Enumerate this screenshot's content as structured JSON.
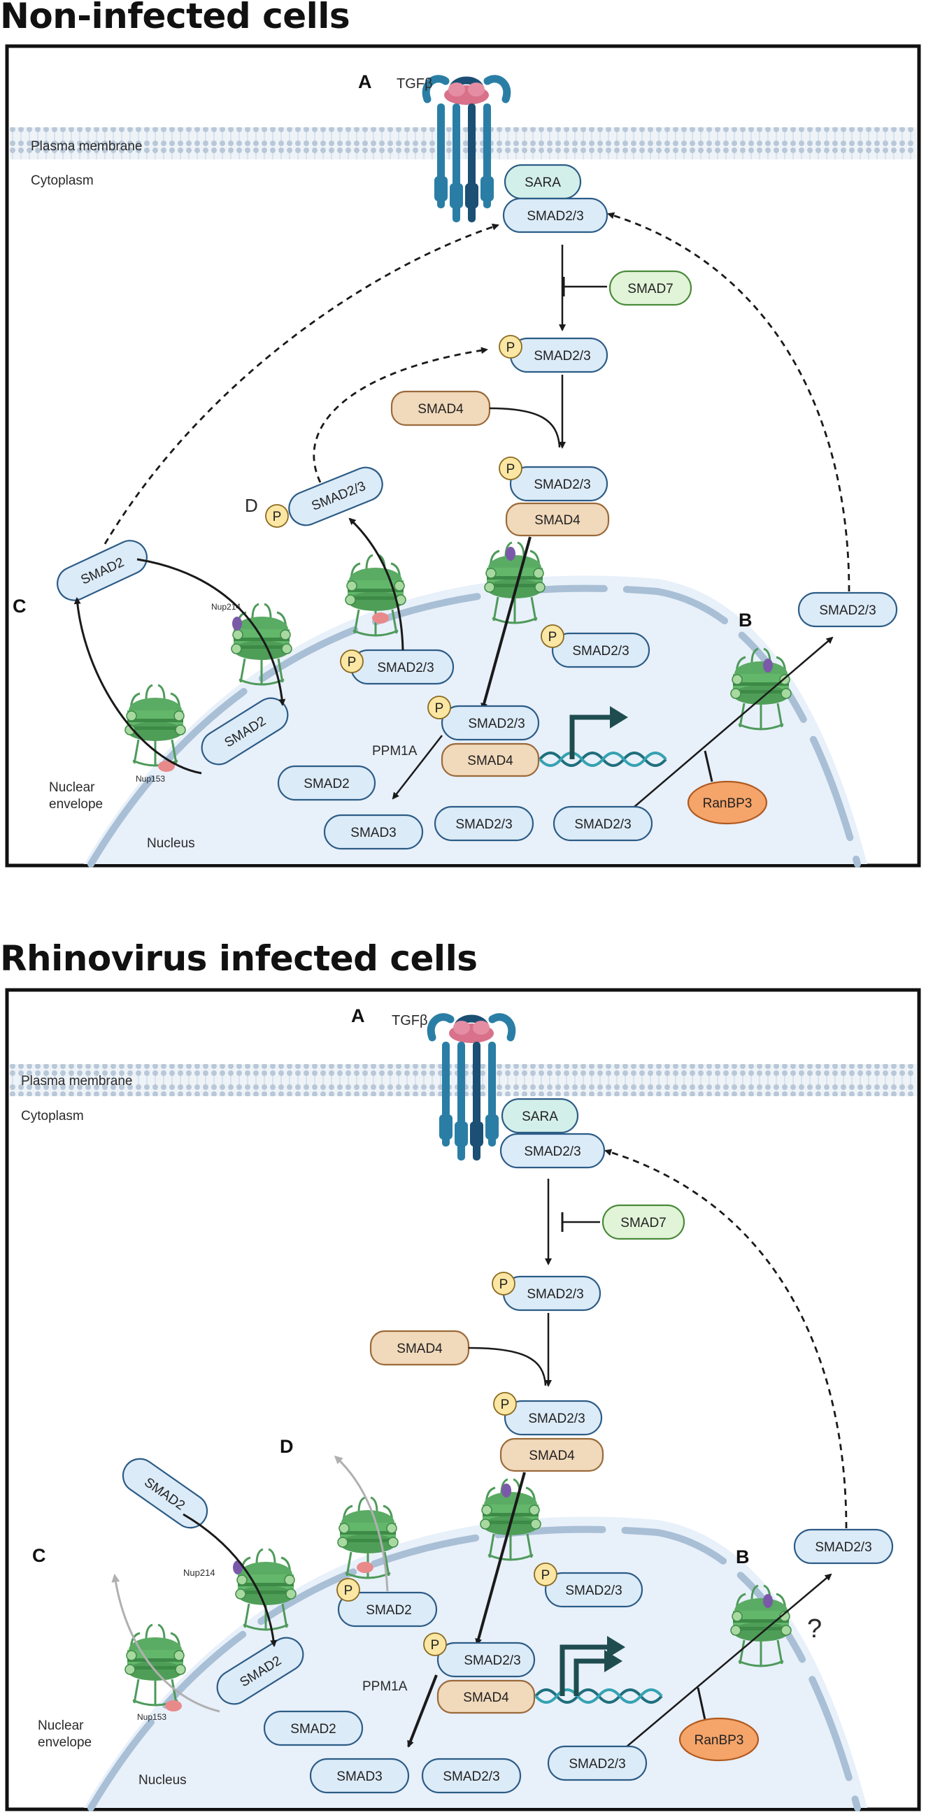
{
  "titles": {
    "top": "Non-infected cells",
    "bottom": "Rhinovirus infected cells"
  },
  "labels": {
    "tgfb": "TGFβ",
    "plasma_membrane": "Plasma membrane",
    "cytoplasm": "Cytoplasm",
    "nuclear_envelope_1": "Nuclear",
    "nuclear_envelope_2": "envelope",
    "nucleus": "Nucleus",
    "nup214": "Nup214",
    "nup153": "Nup153",
    "ppm1a": "PPM1A",
    "letter_a": "A",
    "letter_b": "B",
    "letter_c": "C",
    "letter_d": "D",
    "question": "?",
    "phospho": "P"
  },
  "proteins": {
    "sara": "SARA",
    "smad23": "SMAD2/3",
    "smad7": "SMAD7",
    "smad4": "SMAD4",
    "smad2": "SMAD2",
    "smad3": "SMAD3",
    "ranbp3": "RanBP3"
  },
  "colors": {
    "smad_blue_fill": "#dcebf8",
    "smad_blue_stroke": "#2c5c86",
    "smad4_fill": "#f1d9bb",
    "smad4_stroke": "#9a6a3a",
    "smad7_fill": "#e2f4d8",
    "smad7_stroke": "#4a8a3a",
    "sara_fill": "#d3efe9",
    "ranbp3_fill": "#f5a46a",
    "phospho_fill": "#fbe7a3",
    "nucleus_fill": "#e8f0fa",
    "receptor": "#2a7ea6",
    "ligand": "#d9718a",
    "dna": "#2a8a9a"
  },
  "icons": [
    "nuclear-pore-icon",
    "tgfb-receptor-icon",
    "dna-icon",
    "gene-arrow-icon"
  ]
}
